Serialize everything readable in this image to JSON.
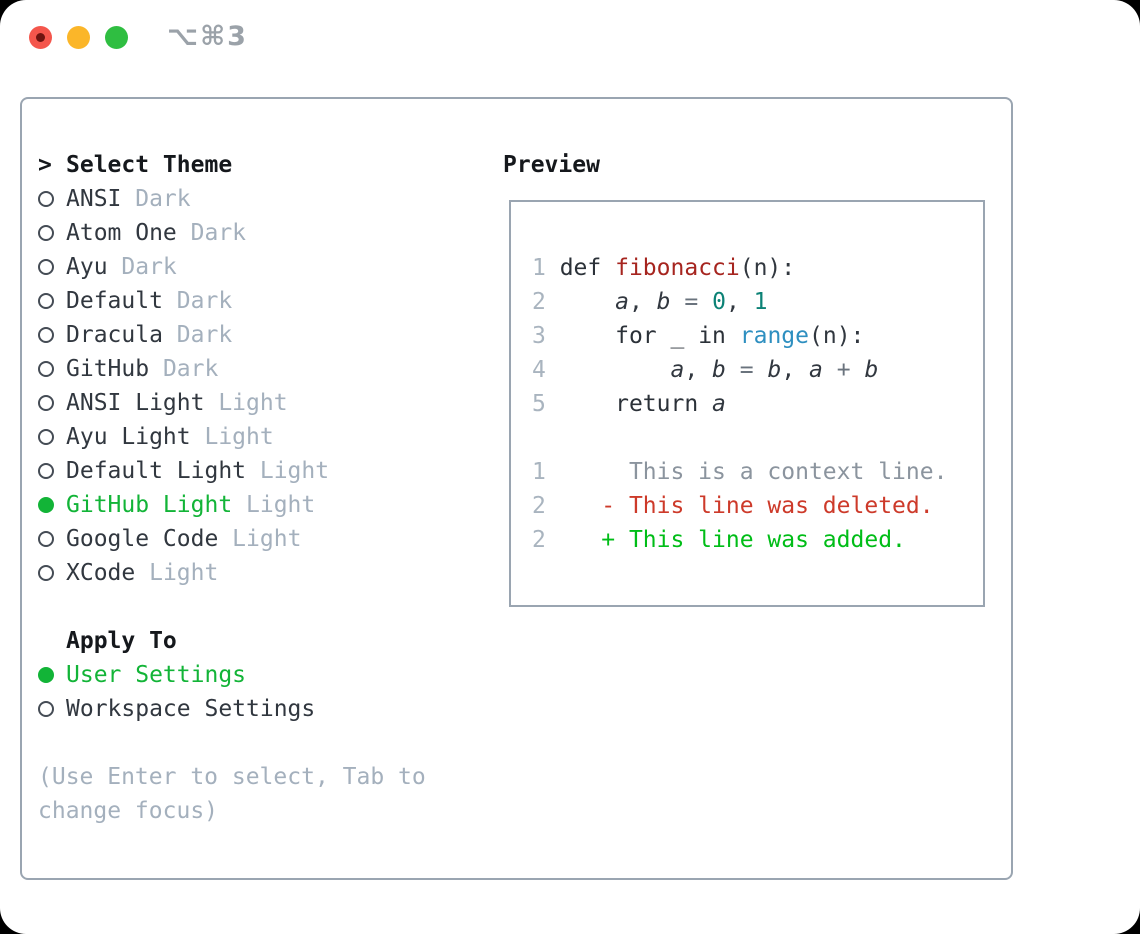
{
  "titlebar": {
    "title": "⌥⌘3"
  },
  "select_theme": {
    "prompt": ">",
    "header": "Select Theme",
    "themes": [
      {
        "name": "ANSI",
        "variant": "Dark",
        "selected": false
      },
      {
        "name": "Atom One",
        "variant": "Dark",
        "selected": false
      },
      {
        "name": "Ayu",
        "variant": "Dark",
        "selected": false
      },
      {
        "name": "Default",
        "variant": "Dark",
        "selected": false
      },
      {
        "name": "Dracula",
        "variant": "Dark",
        "selected": false
      },
      {
        "name": "GitHub",
        "variant": "Dark",
        "selected": false
      },
      {
        "name": "ANSI Light",
        "variant": "Light",
        "selected": false
      },
      {
        "name": "Ayu Light",
        "variant": "Light",
        "selected": false
      },
      {
        "name": "Default Light",
        "variant": "Light",
        "selected": false
      },
      {
        "name": "GitHub Light",
        "variant": "Light",
        "selected": true
      },
      {
        "name": "Google Code",
        "variant": "Light",
        "selected": false
      },
      {
        "name": "XCode",
        "variant": "Light",
        "selected": false
      }
    ],
    "apply_to_header": "Apply To",
    "apply_options": [
      {
        "name": "User Settings",
        "selected": true
      },
      {
        "name": "Workspace Settings",
        "selected": false
      }
    ],
    "hint": "(Use Enter to select, Tab to\nchange focus)"
  },
  "preview": {
    "header": "Preview",
    "token_colors": {
      "plain": "#31373f",
      "kw": "#2b3138",
      "func": "#a6251f",
      "var": "#31373f",
      "op": "#6a737d",
      "num": "#0c8276",
      "builtin": "#2e8fc0",
      "ctx": "#8b949e",
      "del": "#cd3a2a",
      "add": "#00bd17"
    },
    "lines": [
      {
        "num": "1",
        "tokens": [
          [
            "kw",
            "def"
          ],
          [
            "plain",
            " "
          ],
          [
            "func",
            "fibonacci"
          ],
          [
            "plain",
            "(n):"
          ]
        ]
      },
      {
        "num": "2",
        "tokens": [
          [
            "plain",
            "    "
          ],
          [
            "var",
            "a"
          ],
          [
            "plain",
            ", "
          ],
          [
            "var",
            "b"
          ],
          [
            "plain",
            " "
          ],
          [
            "op",
            "="
          ],
          [
            "plain",
            " "
          ],
          [
            "num",
            "0"
          ],
          [
            "plain",
            ", "
          ],
          [
            "num",
            "1"
          ]
        ]
      },
      {
        "num": "3",
        "tokens": [
          [
            "plain",
            "    "
          ],
          [
            "kw",
            "for"
          ],
          [
            "plain",
            " _ "
          ],
          [
            "kw",
            "in"
          ],
          [
            "plain",
            " "
          ],
          [
            "builtin",
            "range"
          ],
          [
            "plain",
            "(n):"
          ]
        ]
      },
      {
        "num": "4",
        "tokens": [
          [
            "plain",
            "        "
          ],
          [
            "var",
            "a"
          ],
          [
            "plain",
            ", "
          ],
          [
            "var",
            "b"
          ],
          [
            "plain",
            " "
          ],
          [
            "op",
            "="
          ],
          [
            "plain",
            " "
          ],
          [
            "var",
            "b"
          ],
          [
            "plain",
            ", "
          ],
          [
            "var",
            "a"
          ],
          [
            "plain",
            " "
          ],
          [
            "op",
            "+"
          ],
          [
            "plain",
            " "
          ],
          [
            "var",
            "b"
          ]
        ]
      },
      {
        "num": "5",
        "tokens": [
          [
            "plain",
            "    "
          ],
          [
            "kw",
            "return"
          ],
          [
            "plain",
            " "
          ],
          [
            "var",
            "a"
          ]
        ]
      },
      {
        "num": "",
        "tokens": []
      },
      {
        "num": "1",
        "tokens": [
          [
            "ctx",
            "     This is a context line."
          ]
        ]
      },
      {
        "num": "2",
        "tokens": [
          [
            "del",
            "   - This line was deleted."
          ]
        ]
      },
      {
        "num": "2",
        "tokens": [
          [
            "add",
            "   + This line was added."
          ]
        ]
      }
    ]
  },
  "colors": {
    "accent_green": "#12b437",
    "diff_added": "#00bd17",
    "diff_deleted": "#cd3a2a",
    "function_red": "#a6251f",
    "number_teal": "#0c8276",
    "builtin_blue": "#2e8fc0",
    "muted_gray": "#a4b0bd",
    "border_gray": "#9aa5b1",
    "traffic_red": "#f4564c",
    "traffic_yellow": "#fbb629",
    "traffic_green": "#2fbe41"
  }
}
